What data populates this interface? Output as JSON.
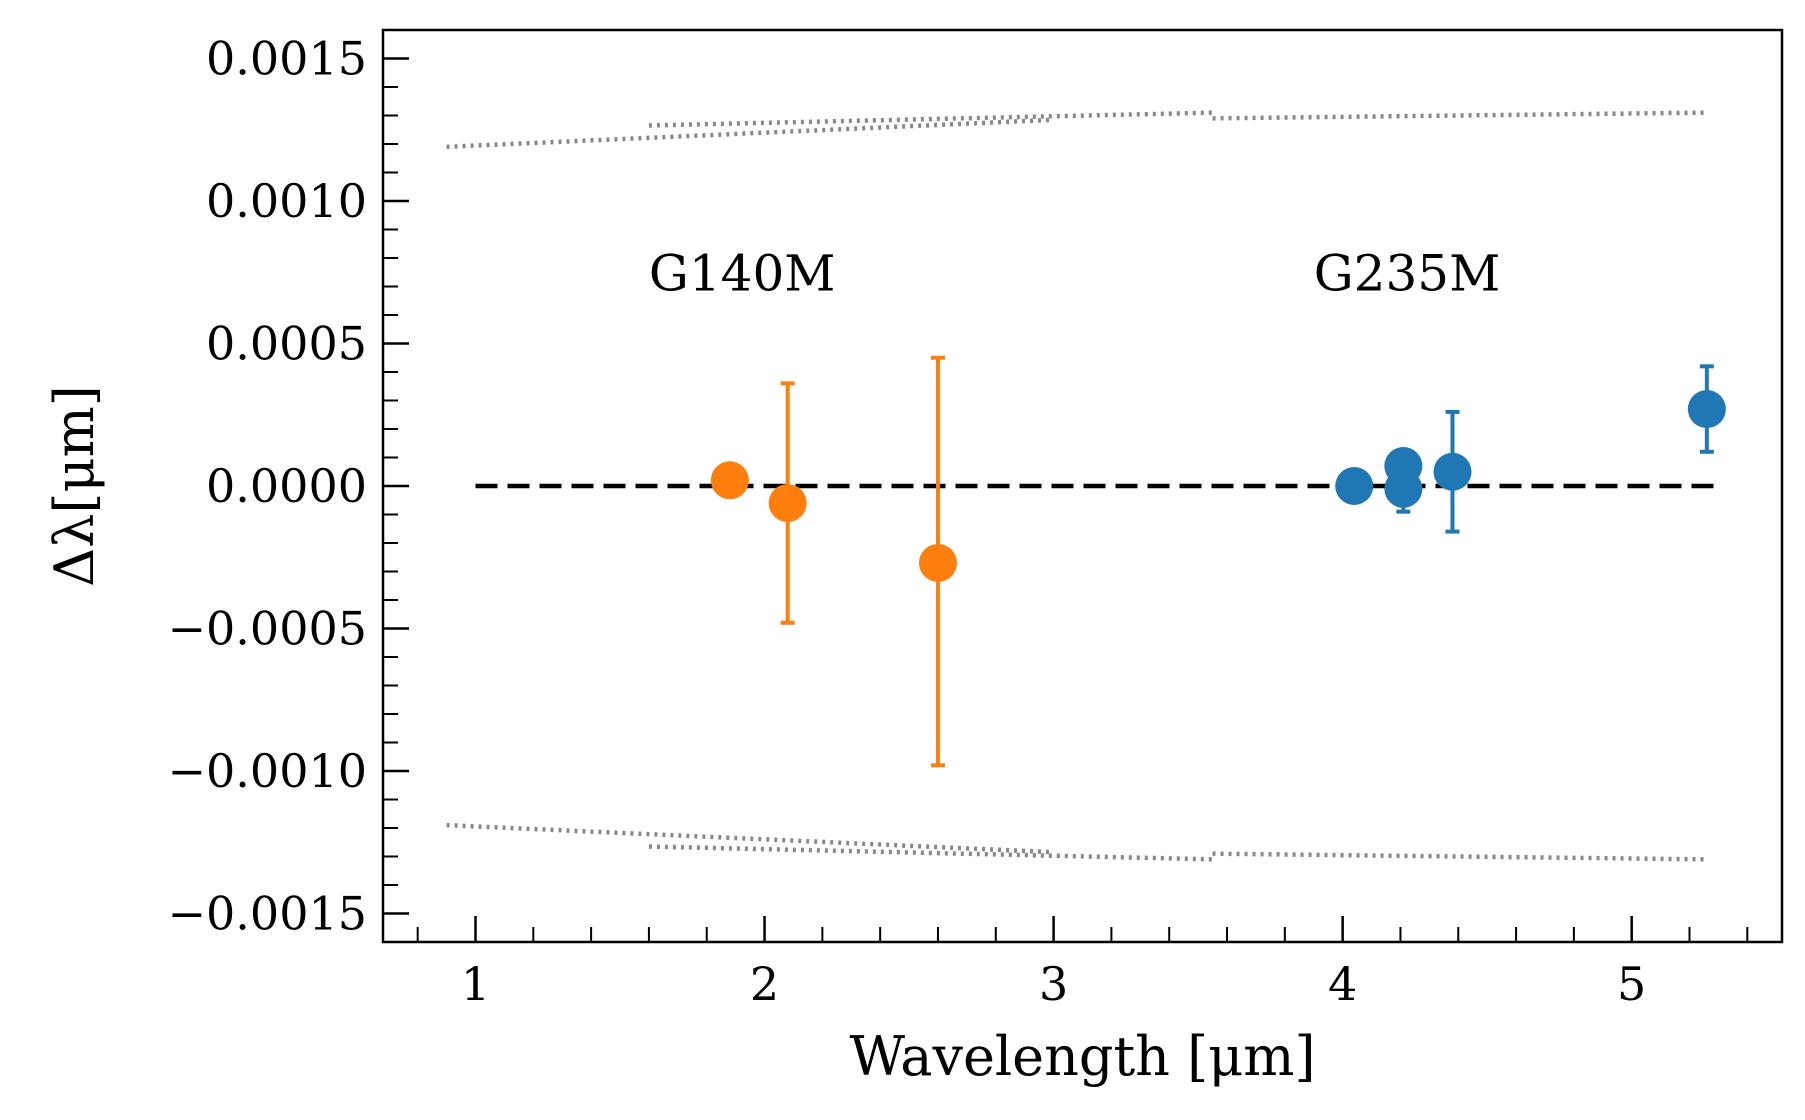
{
  "chart_data": {
    "type": "scatter",
    "title": "",
    "xlabel": "Wavelength [μm]",
    "ylabel": "Δλ[μm]",
    "xlim": [
      0.68,
      5.52
    ],
    "ylim": [
      -0.0016,
      0.0016
    ],
    "x_major_ticks": [
      1,
      2,
      3,
      4,
      5
    ],
    "x_tick_labels": [
      "1",
      "2",
      "3",
      "4",
      "5"
    ],
    "y_major_ticks": [
      -0.0015,
      -0.001,
      -0.0005,
      0.0,
      0.0005,
      0.001,
      0.0015
    ],
    "y_tick_labels": [
      "−0.0015",
      "−0.0010",
      "−0.0005",
      "0.0000",
      "0.0005",
      "0.0010",
      "0.0015"
    ],
    "grid": false,
    "annotations": [
      {
        "text": "G140M",
        "x": 1.6,
        "y": 0.00075
      },
      {
        "text": "G235M",
        "x": 3.9,
        "y": 0.00075
      }
    ],
    "reference_line": {
      "y": 0.0,
      "x": [
        1.0,
        5.3
      ],
      "style": "dashed",
      "color": "#000000"
    },
    "series": [
      {
        "color": "#ff7f0e",
        "x": [
          1.88,
          2.08,
          2.6
        ],
        "y": [
          2e-05,
          -6e-05,
          -0.00027
        ],
        "yerr_low": [
          null,
          0.00042,
          0.00071
        ],
        "yerr_high": [
          null,
          0.00042,
          0.00072
        ]
      },
      {
        "color": "#1f77b4",
        "x": [
          4.04,
          4.21,
          4.21,
          4.38,
          5.26
        ],
        "y": [
          0.0,
          7e-05,
          -1e-05,
          5e-05,
          0.00027
        ],
        "yerr_low": [
          null,
          null,
          8e-05,
          0.00021,
          0.00015
        ],
        "yerr_high": [
          null,
          null,
          null,
          0.00021,
          0.00015
        ]
      }
    ],
    "bound_lines": {
      "color": "#888888",
      "style": "dotted",
      "segments": [
        {
          "x": [
            0.9,
            3.0
          ],
          "y": [
            0.00119,
            0.001285
          ]
        },
        {
          "x": [
            1.6,
            3.55
          ],
          "y": [
            0.001265,
            0.00131
          ]
        },
        {
          "x": [
            3.55,
            5.25
          ],
          "y": [
            0.00129,
            0.00131
          ]
        },
        {
          "x": [
            0.9,
            3.0
          ],
          "y": [
            -0.00119,
            -0.001285
          ]
        },
        {
          "x": [
            1.6,
            3.55
          ],
          "y": [
            -0.001265,
            -0.00131
          ]
        },
        {
          "x": [
            3.55,
            5.25
          ],
          "y": [
            -0.00129,
            -0.00131
          ]
        }
      ]
    }
  }
}
